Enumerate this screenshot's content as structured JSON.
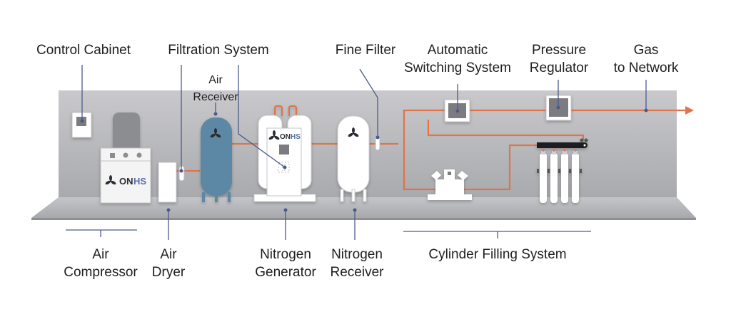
{
  "diagram": {
    "title": "Nitrogen generation system layout",
    "brand": "ONHS",
    "colors": {
      "pipe": "#e0734a",
      "leader": "#4a5a8c",
      "wall": "#cacacd",
      "floor": "#b3b4b8",
      "air_receiver": "#5b88a6",
      "equipment": "#ffffff",
      "panel": "#7b7c80"
    },
    "top_labels": [
      {
        "id": "control-cabinet",
        "lines": [
          "Control Cabinet"
        ]
      },
      {
        "id": "filtration-system",
        "lines": [
          "Filtration System"
        ]
      },
      {
        "id": "air-receiver",
        "lines": [
          "Air",
          "Receiver"
        ]
      },
      {
        "id": "fine-filter",
        "lines": [
          "Fine Filter"
        ]
      },
      {
        "id": "automatic-switching-system",
        "lines": [
          "Automatic",
          "Switching System"
        ]
      },
      {
        "id": "pressure-regulator",
        "lines": [
          "Pressure",
          "Regulator"
        ]
      },
      {
        "id": "gas-to-network",
        "lines": [
          "Gas",
          "to Network"
        ]
      }
    ],
    "bottom_labels": [
      {
        "id": "air-compressor",
        "lines": [
          "Air",
          "Compressor"
        ]
      },
      {
        "id": "air-dryer",
        "lines": [
          "Air",
          "Dryer"
        ]
      },
      {
        "id": "nitrogen-generator",
        "lines": [
          "Nitrogen",
          "Generator"
        ]
      },
      {
        "id": "nitrogen-receiver",
        "lines": [
          "Nitrogen",
          "Receiver"
        ]
      },
      {
        "id": "cylinder-filling-system",
        "lines": [
          "Cylinder Filling System"
        ]
      }
    ]
  }
}
